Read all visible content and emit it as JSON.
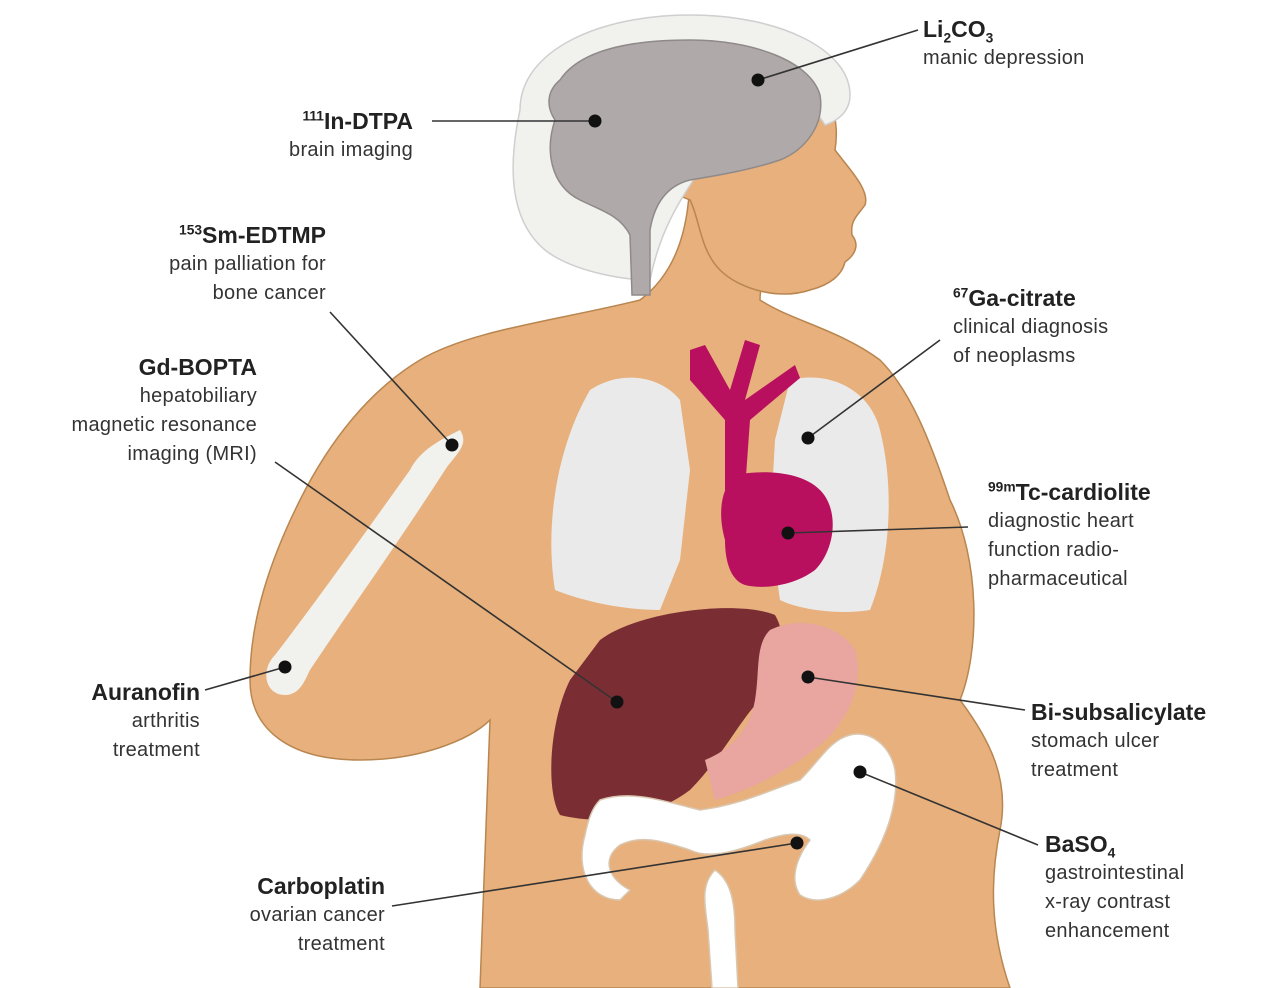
{
  "colors": {
    "skin": "#e7b07c",
    "skin_outline": "#b98650",
    "hair": "#f1f1ee",
    "brain": "#b0a9aa",
    "lungs": "#eaeaea",
    "heart": "#b8105e",
    "liver": "#7a2e34",
    "stomach": "#e9a6a0",
    "intestine": "#ffffff",
    "marker": "#111111",
    "leader": "#333333"
  },
  "labels": [
    {
      "id": "li2co3",
      "prefix": "",
      "sup": "",
      "name": "Li",
      "sub": "2",
      "name2": "CO",
      "sub2": "3",
      "desc": [
        "manic depression"
      ]
    },
    {
      "id": "in-dtpa",
      "prefix": "",
      "sup": "111",
      "name": "In-DTPA",
      "sub": "",
      "name2": "",
      "sub2": "",
      "desc": [
        "brain imaging"
      ]
    },
    {
      "id": "sm-edtmp",
      "prefix": "",
      "sup": "153",
      "name": "Sm-EDTMP",
      "sub": "",
      "name2": "",
      "sub2": "",
      "desc": [
        "pain palliation for",
        "bone cancer"
      ]
    },
    {
      "id": "ga-citrate",
      "prefix": "",
      "sup": "67",
      "name": "Ga-citrate",
      "sub": "",
      "name2": "",
      "sub2": "",
      "desc": [
        "clinical diagnosis",
        "of neoplasms"
      ]
    },
    {
      "id": "gd-bopta",
      "prefix": "",
      "sup": "",
      "name": "Gd-BOPTA",
      "sub": "",
      "name2": "",
      "sub2": "",
      "desc": [
        "hepatobiliary",
        "magnetic resonance",
        "imaging (MRI)"
      ]
    },
    {
      "id": "tc-cardiolite",
      "prefix": "",
      "sup": "99m",
      "name": "Tc-cardiolite",
      "sub": "",
      "name2": "",
      "sub2": "",
      "desc": [
        "diagnostic heart",
        "function radio-",
        "pharmaceutical"
      ]
    },
    {
      "id": "auranofin",
      "prefix": "",
      "sup": "",
      "name": "Auranofin",
      "sub": "",
      "name2": "",
      "sub2": "",
      "desc": [
        "arthritis",
        "treatment"
      ]
    },
    {
      "id": "bi-subsalicylate",
      "prefix": "",
      "sup": "",
      "name": "Bi-subsalicylate",
      "sub": "",
      "name2": "",
      "sub2": "",
      "desc": [
        "stomach ulcer",
        "treatment"
      ]
    },
    {
      "id": "baso4",
      "prefix": "",
      "sup": "",
      "name": "BaSO",
      "sub": "4",
      "name2": "",
      "sub2": "",
      "desc": [
        "gastrointestinal",
        "x-ray contrast",
        "enhancement"
      ]
    },
    {
      "id": "carboplatin",
      "prefix": "",
      "sup": "",
      "name": "Carboplatin",
      "sub": "",
      "name2": "",
      "sub2": "",
      "desc": [
        "ovarian cancer",
        "treatment"
      ]
    }
  ]
}
